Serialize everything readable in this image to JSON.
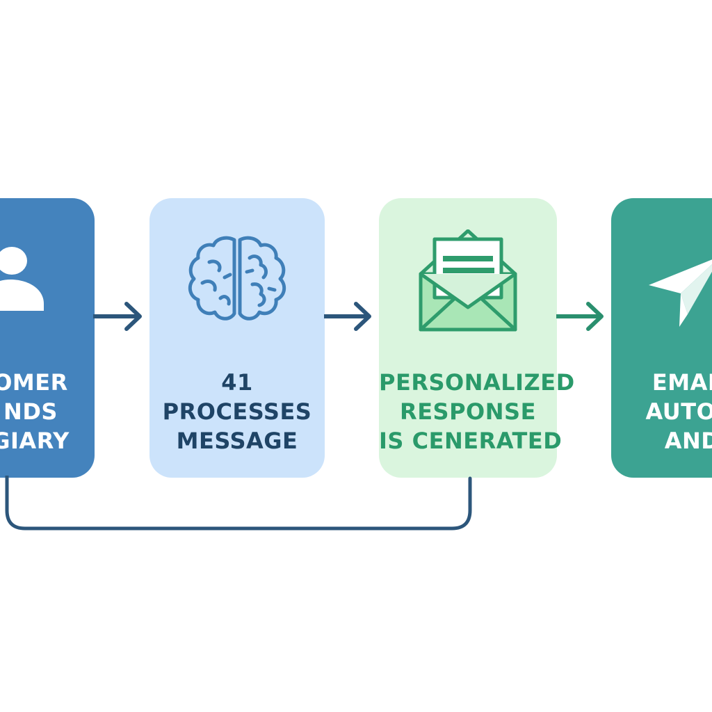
{
  "colors": {
    "card_1": "#4483bd",
    "card_2": "#cce3fb",
    "card_3": "#daf5de",
    "card_4": "#3ca392",
    "connector_blue": "#2c567b",
    "connector_green": "#2a8f6e",
    "brain_stroke": "#3f7fb8",
    "envelope_stroke": "#2e9c6c"
  },
  "steps": [
    {
      "icon": "user-icon",
      "lines": [
        "OMER",
        "NDS",
        "GIARY"
      ]
    },
    {
      "icon": "brain-icon",
      "lines": [
        "41",
        "PROCESSES",
        "MESSAGE"
      ]
    },
    {
      "icon": "envelope-icon",
      "lines": [
        "PERSONALIZED",
        "RESPONSE",
        "IS CENERATED"
      ]
    },
    {
      "icon": "paper-plane-icon",
      "lines": [
        "EMAIL N",
        "AUTORAT",
        "AND A"
      ]
    }
  ]
}
